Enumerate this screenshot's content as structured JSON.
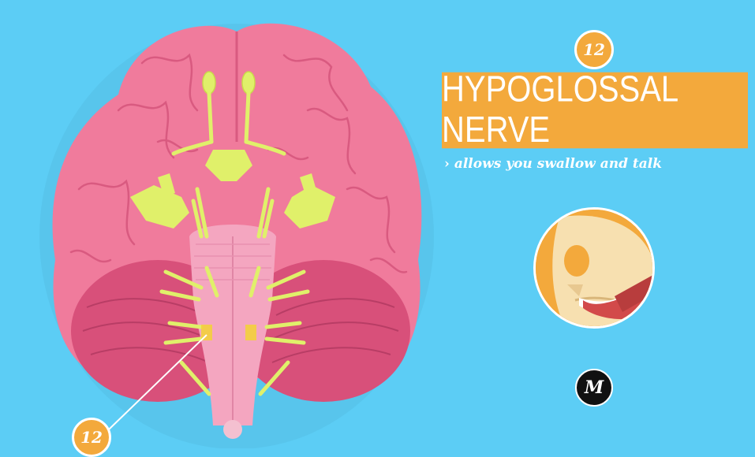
{
  "badge_number": "12",
  "title": "HYPOGLOSSAL NERVE",
  "subtitle_chevron": "›",
  "subtitle": "allows you swallow and talk",
  "logo_letter": "M",
  "colors": {
    "background": "#5ccdf5",
    "brain": "#f07b9c",
    "cerebellum": "#d8507a",
    "nerve": "#e0f06a",
    "accent": "#f3a93c",
    "skull": "#f7e0b0"
  },
  "icons": {
    "logo": "M-logo-icon",
    "skull": "skull-icon"
  }
}
